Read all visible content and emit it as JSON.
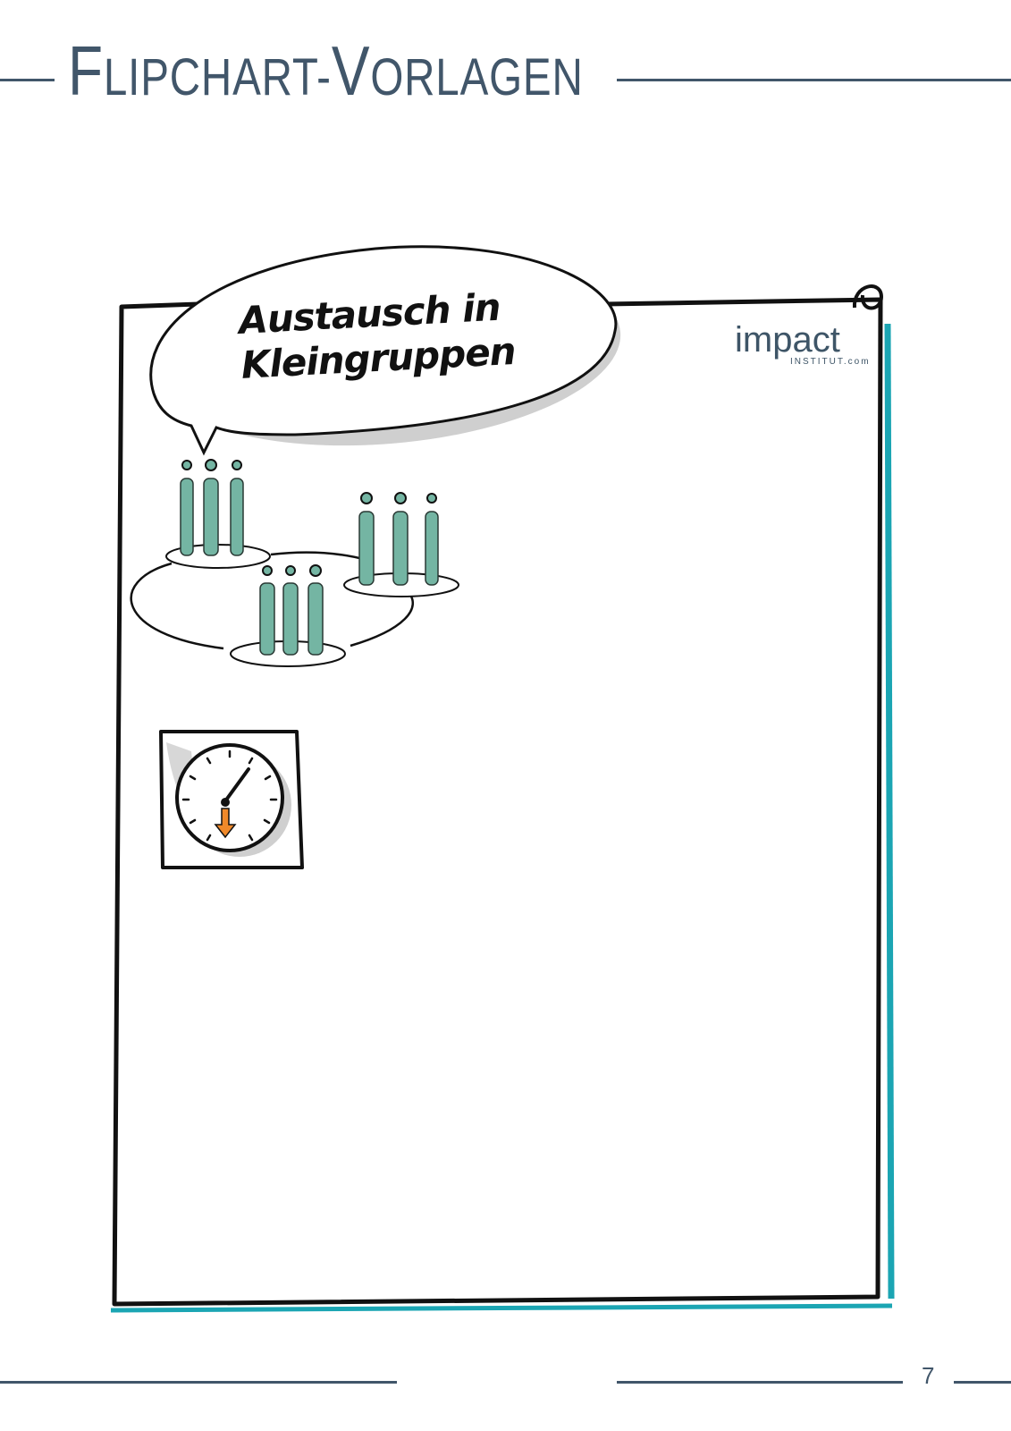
{
  "header": {
    "title_cap1": "F",
    "title_part1": "LIPCHART-",
    "title_cap2": "V",
    "title_part2": "ORLAGEN"
  },
  "flipchart": {
    "bubble_line1": "Austausch in",
    "bubble_line2": "Kleingruppen"
  },
  "logo": {
    "word": "impact",
    "sub": "INSTITUT.com"
  },
  "footer": {
    "page_number": "7"
  },
  "colors": {
    "brand": "#41566a",
    "teal": "#1ba5b3",
    "figure": "#74b5a3",
    "accent_orange": "#f0892a"
  },
  "icons": [
    "people-groups-icon",
    "clock-icon",
    "clip-icon"
  ]
}
